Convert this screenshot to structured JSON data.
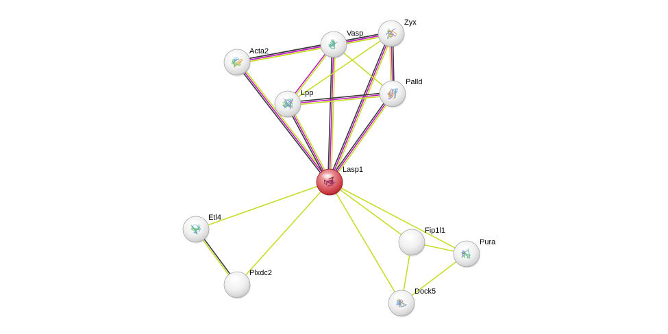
{
  "network": {
    "nodes": [
      {
        "id": "Lasp1",
        "label": "Lasp1",
        "query": true,
        "structure": true
      },
      {
        "id": "Vasp",
        "label": "Vasp",
        "query": false,
        "structure": true
      },
      {
        "id": "Zyx",
        "label": "Zyx",
        "query": false,
        "structure": true
      },
      {
        "id": "Acta2",
        "label": "Acta2",
        "query": false,
        "structure": true
      },
      {
        "id": "Lpp",
        "label": "Lpp",
        "query": false,
        "structure": true
      },
      {
        "id": "Palld",
        "label": "Palld",
        "query": false,
        "structure": true
      },
      {
        "id": "Etl4",
        "label": "Etl4",
        "query": false,
        "structure": true
      },
      {
        "id": "Plxdc2",
        "label": "Plxdc2",
        "query": false,
        "structure": false
      },
      {
        "id": "Fip1l1",
        "label": "Fip1l1",
        "query": false,
        "structure": false
      },
      {
        "id": "Pura",
        "label": "Pura",
        "query": false,
        "structure": true
      },
      {
        "id": "Dock5",
        "label": "Dock5",
        "query": false,
        "structure": true
      }
    ],
    "edges": [
      {
        "source": "Lasp1",
        "target": "Acta2",
        "evidence": [
          "black",
          "magenta",
          "yellow"
        ]
      },
      {
        "source": "Lasp1",
        "target": "Vasp",
        "evidence": [
          "black",
          "magenta",
          "yellow"
        ]
      },
      {
        "source": "Lasp1",
        "target": "Zyx",
        "evidence": [
          "black",
          "magenta",
          "yellow"
        ]
      },
      {
        "source": "Lasp1",
        "target": "Lpp",
        "evidence": [
          "black",
          "magenta",
          "yellow"
        ]
      },
      {
        "source": "Lasp1",
        "target": "Palld",
        "evidence": [
          "black",
          "magenta",
          "yellow"
        ]
      },
      {
        "source": "Acta2",
        "target": "Vasp",
        "evidence": [
          "black",
          "magenta",
          "yellow"
        ]
      },
      {
        "source": "Acta2",
        "target": "Zyx",
        "evidence": [
          "black",
          "magenta",
          "yellow"
        ]
      },
      {
        "source": "Vasp",
        "target": "Zyx",
        "evidence": [
          "black",
          "magenta",
          "yellow"
        ]
      },
      {
        "source": "Zyx",
        "target": "Palld",
        "evidence": [
          "black",
          "magenta",
          "yellow"
        ]
      },
      {
        "source": "Lpp",
        "target": "Palld",
        "evidence": [
          "black",
          "magenta",
          "yellow"
        ]
      },
      {
        "source": "Lpp",
        "target": "Vasp",
        "evidence": [
          "magenta",
          "yellow"
        ]
      },
      {
        "source": "Lpp",
        "target": "Zyx",
        "evidence": [
          "yellow"
        ]
      },
      {
        "source": "Vasp",
        "target": "Palld",
        "evidence": [
          "yellow"
        ]
      },
      {
        "source": "Lasp1",
        "target": "Etl4",
        "evidence": [
          "yellow"
        ]
      },
      {
        "source": "Lasp1",
        "target": "Plxdc2",
        "evidence": [
          "yellow"
        ]
      },
      {
        "source": "Lasp1",
        "target": "Fip1l1",
        "evidence": [
          "yellow"
        ]
      },
      {
        "source": "Lasp1",
        "target": "Pura",
        "evidence": [
          "yellow"
        ]
      },
      {
        "source": "Lasp1",
        "target": "Dock5",
        "evidence": [
          "yellow"
        ]
      },
      {
        "source": "Etl4",
        "target": "Plxdc2",
        "evidence": [
          "black",
          "yellow"
        ]
      },
      {
        "source": "Fip1l1",
        "target": "Pura",
        "evidence": [
          "yellow"
        ]
      },
      {
        "source": "Fip1l1",
        "target": "Dock5",
        "evidence": [
          "yellow"
        ]
      },
      {
        "source": "Pura",
        "target": "Dock5",
        "evidence": [
          "yellow"
        ]
      }
    ]
  },
  "colors": {
    "black": "#3a3a3a",
    "magenta": "#c21fc2",
    "yellow": "#c8dc28",
    "query_node": "#d9434d",
    "default_node": "#e4e4e4"
  }
}
